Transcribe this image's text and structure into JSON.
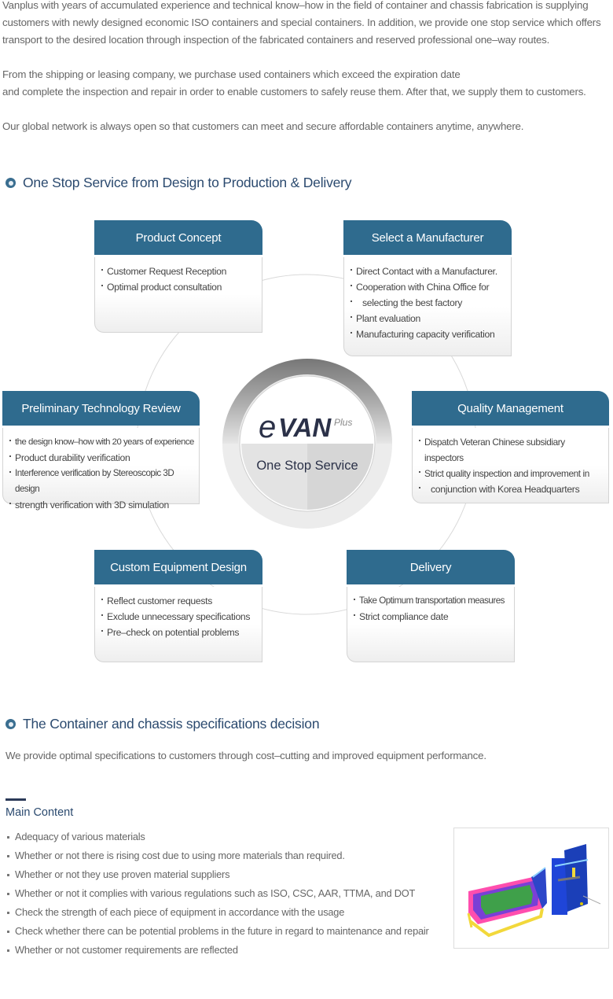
{
  "intro": {
    "p1_line1": "Vanplus with years of accumulated experience and technical know–how in the field of container and chassis fabrication is supplying",
    "p1_line2": "customers with newly designed economic ISO containers and special containers. In addition, we provide one stop service which offers",
    "p1_line3": "transport to the desired location through inspection of the fabricated containers and reserved professional one–way routes.",
    "p2_line1": "From the shipping or leasing company, we purchase used containers which exceed the expiration date",
    "p2_line2": "and complete the inspection and repair in order to enable customers to safely reuse them. After that, we supply them to customers.",
    "p3_line1": "Our global network is always open so that customers can meet and secure affordable containers anytime, anywhere."
  },
  "section1": {
    "title": "One Stop Service from Design to Production & Delivery"
  },
  "logo": {
    "brand": "VAN",
    "superscript": "Plus",
    "tagline": "One Stop Service"
  },
  "boxes": {
    "product_concept": {
      "title": "Product Concept",
      "items": [
        "Customer Request Reception",
        "Optimal product consultation"
      ]
    },
    "select_manufacturer": {
      "title": "Select a Manufacturer",
      "items": [
        "Direct Contact with a Manufacturer.",
        "Cooperation with China Office for",
        "selecting the best factory",
        "Plant evaluation",
        "Manufacturing capacity verification"
      ]
    },
    "preliminary_review": {
      "title": "Preliminary Technology Review",
      "items": [
        "the design know–how with 20 years of experience",
        "Product durability verification",
        "Interference verification by Stereoscopic 3D design",
        "strength verification with 3D simulation"
      ]
    },
    "quality_management": {
      "title": "Quality Management",
      "items": [
        "Dispatch Veteran Chinese subsidiary inspectors",
        "Strict quality inspection and improvement in",
        "conjunction with Korea Headquarters"
      ]
    },
    "custom_equipment": {
      "title": "Custom Equipment Design",
      "items": [
        "Reflect customer requests",
        "Exclude unnecessary specifications",
        "Pre–check on potential problems"
      ]
    },
    "delivery": {
      "title": "Delivery",
      "items": [
        "Take Optimum transportation measures",
        "Strict compliance date"
      ]
    }
  },
  "section2": {
    "title": "The Container and chassis specifications decision",
    "paragraph": "We provide optimal specifications to customers through cost–cutting and improved equipment performance."
  },
  "main_content": {
    "title": "Main Content",
    "items": [
      "Adequacy of various materials",
      "Whether or not there is rising cost due to using more materials than required.",
      "Whether or not they use proven material suppliers",
      "Whether or not it complies with various regulations such as ISO, CSC, AAR, TTMA, and DOT",
      "Check the strength of each piece of equipment in accordance with the usage",
      "Check whether there can be potential problems in the future in regard to maintenance and repair",
      "Whether or not customer requirements are reflected"
    ]
  },
  "colors": {
    "header_blue": "#2f6b8e",
    "title_navy": "#2b4a6f"
  }
}
